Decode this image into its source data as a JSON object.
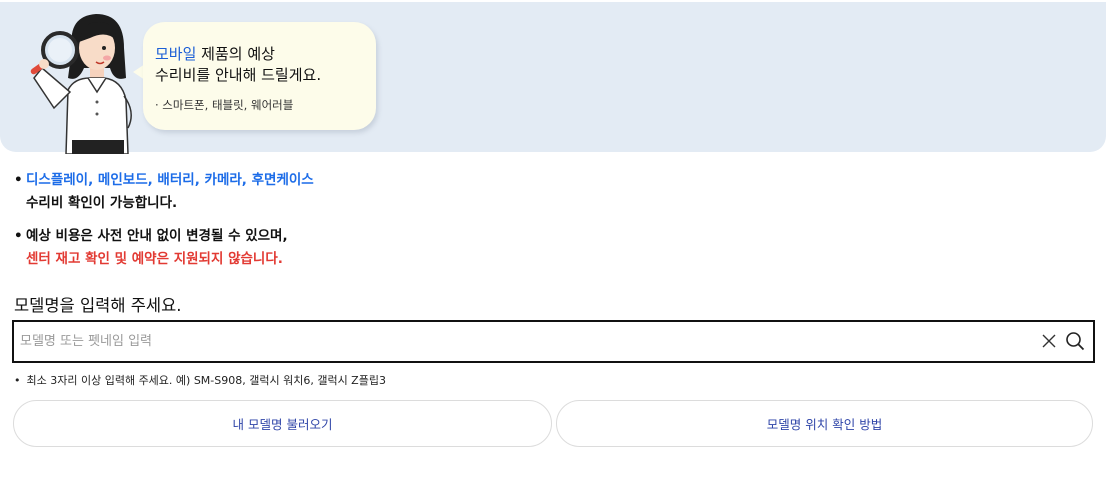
{
  "banner": {
    "headline_accent": "모바일",
    "headline_rest": " 제품의 예상",
    "headline_line2": "수리비를 안내해 드릴게요.",
    "subtext": "· 스마트폰, 태블릿, 웨어러블"
  },
  "notes": [
    {
      "bullet": "•",
      "line1": "디스플레이, 메인보드, 배터리, 카메라, 후면케이스",
      "line2": "수리비 확인이 가능합니다."
    },
    {
      "bullet": "•",
      "line1": "예상 비용은 사전 안내 없이 변경될 수 있으며,",
      "line2": "센터 재고 확인 및 예약은 지원되지 않습니다."
    }
  ],
  "search": {
    "title": "모델명을 입력해 주세요.",
    "placeholder": "모델명 또는 펫네임 입력",
    "value": "",
    "hint_bullet": "•",
    "hint": "최소 3자리 이상 입력해 주세요. 예) SM-S908, 갤럭시 워치6, 갤럭시 Z플립3"
  },
  "buttons": {
    "load_model": "내 모델명 불러오기",
    "find_model_location": "모델명 위치 확인 방법"
  },
  "colors": {
    "banner_bg": "#e3ebf4",
    "accent_blue": "#1c5fd6",
    "note_blue": "#1c6ce8",
    "note_red": "#e23a33",
    "button_text": "#2f45a8"
  },
  "icons": {
    "illustration": "woman-with-magnifier-illustration",
    "clear": "close-icon",
    "search": "search-icon"
  }
}
